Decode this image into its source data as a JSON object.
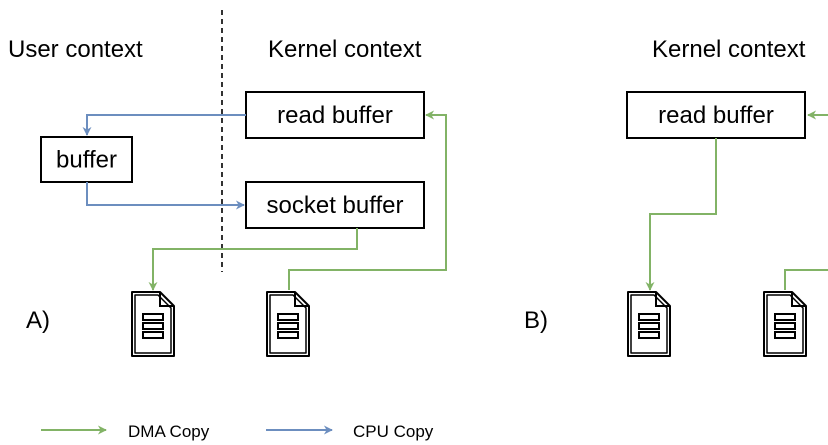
{
  "panel_a": {
    "marker": "A)",
    "user_context_label": "User context",
    "kernel_context_label": "Kernel context",
    "user_buffer_label": "buffer",
    "read_buffer_label": "read buffer",
    "socket_buffer_label": "socket buffer"
  },
  "panel_b": {
    "marker": "B)",
    "kernel_context_label": "Kernel context",
    "read_buffer_label": "read buffer"
  },
  "legend": {
    "dma_copy_label": "DMA Copy",
    "cpu_copy_label": "CPU Copy"
  },
  "colors": {
    "dma": "#82b366",
    "cpu": "#6c8ebf"
  },
  "icons": [
    "file-icon"
  ]
}
